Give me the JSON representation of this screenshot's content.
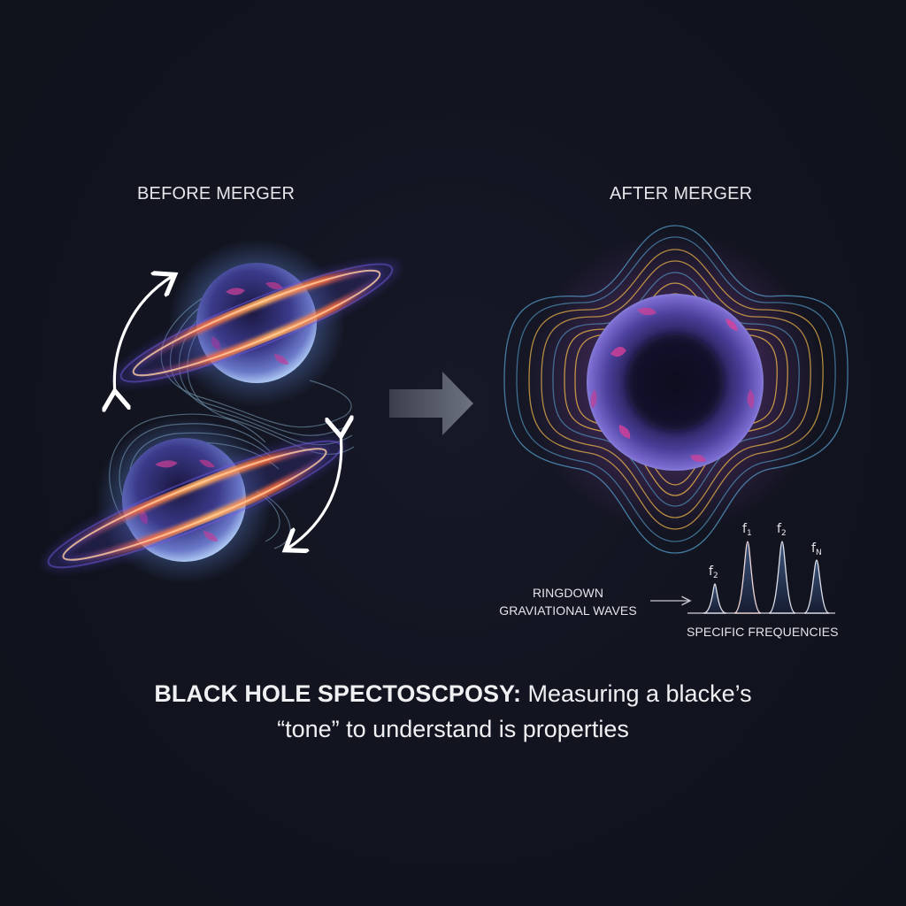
{
  "labels": {
    "before": "BEFORE MERGER",
    "after": "AFTER MERGER",
    "ringdown_line1": "RINGDOWN",
    "ringdown_line2": "GRAVIATIONAL WAVES",
    "frequencies_caption": "SPECIFIC FREQUENCIES"
  },
  "peaks": [
    {
      "symbol": "f",
      "subscript": "2",
      "relative_height": 0.38
    },
    {
      "symbol": "f",
      "subscript": "1",
      "relative_height": 1.0
    },
    {
      "symbol": "f",
      "subscript": "2",
      "relative_height": 1.0
    },
    {
      "symbol": "f",
      "subscript": "N",
      "relative_height": 0.75
    }
  ],
  "caption": {
    "bold": "BLACK HOLE SPECTOSCPOSY:",
    "line1_rest": " Measuring a blacke’s",
    "line2": "“tone” to understand is properties"
  },
  "colors": {
    "background": "#11131e",
    "accretion_ring": "#ff8a3d",
    "ring_outer": "#5a4bd1",
    "sphere": "#3a3f8c",
    "sphere_highlight": "#e0409a",
    "wave_gold": "#e8b24a",
    "wave_blue": "#5aa6d6",
    "arrow_gray": "#6a6f7c",
    "text": "#e8e8ec"
  },
  "icons": {
    "merge_arrow": "right-arrow-icon",
    "orbit_arrow": "double-headed-curved-arrow-icon",
    "pointer_arrow": "right-arrow-icon"
  }
}
